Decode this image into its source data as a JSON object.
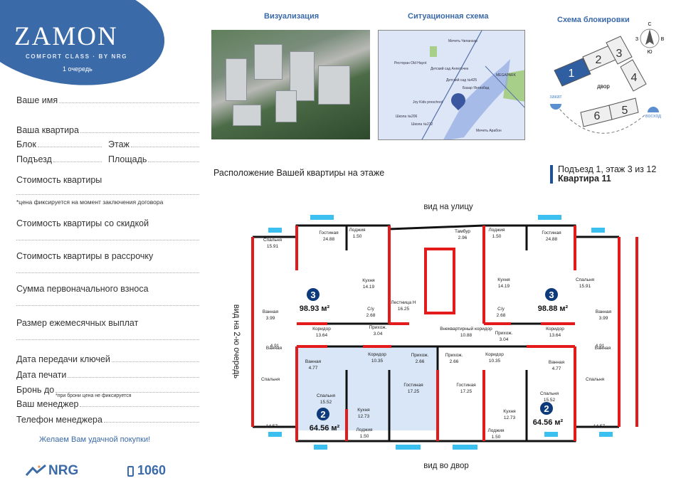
{
  "brand": {
    "logo": "ZAMON",
    "subtitle": "COMFORT CLASS · BY NRG",
    "queue": "1 очередь"
  },
  "sections": {
    "visualization": "Визуализация",
    "situation": "Ситуационная схема",
    "blocking": "Схема блокировки"
  },
  "form": {
    "name": "Ваше имя",
    "apartment": "Ваша квартира",
    "block": "Блок",
    "floor": "Этаж",
    "entrance": "Подъезд",
    "area": "Площадь",
    "price": "Стоимость квартиры",
    "price_note": "*цена фиксируется на момент заключения договора",
    "price_discount": "Стоимость квартиры со скидкой",
    "price_installment": "Стоимость квартиры в рассрочку",
    "down_payment": "Сумма первоначального взноса",
    "monthly": "Размер ежемесячных выплат",
    "keys_date": "Дата передачи ключей",
    "print_date": "Дата печати",
    "reserve": "Бронь до",
    "reserve_note": "*при брони цена не фиксируется",
    "manager": "Ваш менеджер",
    "manager_phone": "Телефон менеджера"
  },
  "footer": {
    "wish": "Желаем Вам удачной покупки!",
    "company": "NRG",
    "phone": "1060"
  },
  "map": {
    "labels": [
      "Мечеть Чиланзар",
      "Ресторан Old Hayot",
      "Детский сад Ангелочек",
      "Детский сад №425",
      "Базар Янгиабад",
      "Joy Kids preschool",
      "Школа №206",
      "Школа №212",
      "MEGAPARK",
      "Мечеть Арабон"
    ]
  },
  "blocking": {
    "blocks": [
      "1",
      "2",
      "3",
      "4",
      "5",
      "6"
    ],
    "yard": "двор",
    "sunset": "закат",
    "sunrise": "восход",
    "compass": {
      "n": "С",
      "s": "Ю",
      "w": "З",
      "e": "В"
    },
    "selected_block": "1",
    "selected_color": "#2f5fa0"
  },
  "info": {
    "line1": "Подъезд 1, этаж 3 из 12",
    "line2": "Квартира 11"
  },
  "plan": {
    "title": "Расположение Вашей квартиры на этаже",
    "view_street": "вид на улицу",
    "view_yard": "вид во двор",
    "view_second": "вид на 2-ю очередь",
    "highlight_color": "#d8e6f7",
    "apartments": [
      {
        "rooms": "3",
        "area": "98.93 м²"
      },
      {
        "rooms": "3",
        "area": "98.88 м²"
      },
      {
        "rooms": "2",
        "area": "64.56 м²"
      },
      {
        "rooms": "2",
        "area": "64.56 м²"
      }
    ],
    "labels": [
      [
        "Спальня",
        "15.91"
      ],
      [
        "Гостиная",
        "24.88"
      ],
      [
        "Лоджия",
        "1.50"
      ],
      [
        "Кухня",
        "14.19"
      ],
      [
        "С/у",
        "2.68"
      ],
      [
        "Ванная",
        "3.99"
      ],
      [
        "",
        "4.91"
      ],
      [
        "Ванная",
        ""
      ],
      [
        "Коридор",
        "13.64"
      ],
      [
        "Прихож.",
        "3.04"
      ],
      [
        "Лестница Н",
        "16.25"
      ],
      [
        "Тамбур",
        "2.96"
      ],
      [
        "Внеквартирный коридор",
        "10.88"
      ],
      [
        "Лоджия",
        "1.50"
      ],
      [
        "Гостиная",
        "24.88"
      ],
      [
        "Кухня",
        "14.19"
      ],
      [
        "С/у",
        "2.68"
      ],
      [
        "Спальня",
        "15.91"
      ],
      [
        "Ванная",
        "3.99"
      ],
      [
        "Коридор",
        "13.64"
      ],
      [
        "Прихож.",
        "3.04"
      ],
      [
        "",
        "4.91"
      ],
      [
        "Ванная",
        ""
      ],
      [
        "Коридор",
        "10.35"
      ],
      [
        "Прихож.",
        "2.66"
      ],
      [
        "Ванная",
        "4.77"
      ],
      [
        "Спальня",
        "15.52"
      ],
      [
        "Кухня",
        "12.73"
      ],
      [
        "Лоджия",
        "1.50"
      ],
      [
        "Гостиная",
        "17.25"
      ],
      [
        "Спальня",
        ""
      ],
      [
        "",
        "14.57"
      ],
      [
        "Прихож.",
        "2.66"
      ],
      [
        "Коридор",
        "10.35"
      ],
      [
        "Гостиная",
        "17.25"
      ],
      [
        "Кухня",
        "12.73"
      ],
      [
        "Лоджия",
        "1.50"
      ],
      [
        "Ванная",
        "4.77"
      ],
      [
        "Спальня",
        "15.52"
      ],
      [
        "Спальня",
        ""
      ],
      [
        "",
        "14.57"
      ]
    ]
  }
}
